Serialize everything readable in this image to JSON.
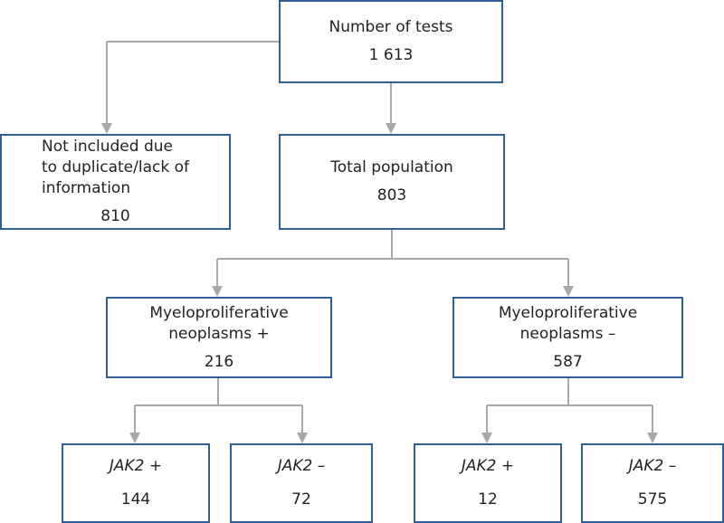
{
  "nodes": {
    "tests": {
      "label": "Number of tests",
      "value": "1 613"
    },
    "excluded": {
      "label": "Not included due\nto duplicate/lack of\ninformation",
      "value": "810"
    },
    "total": {
      "label": "Total population",
      "value": "803"
    },
    "mpn_positive": {
      "label": "Myeloproliferative\nneoplasms +",
      "value": "216"
    },
    "mpn_negative": {
      "label": "Myeloproliferative\nneoplasms –",
      "value": "587"
    },
    "mpn_pos_jak2_pos": {
      "label": "JAK2 +",
      "value": "144"
    },
    "mpn_pos_jak2_neg": {
      "label": "JAK2 –",
      "value": "72"
    },
    "mpn_neg_jak2_pos": {
      "label": "JAK2 +",
      "value": "12"
    },
    "mpn_neg_jak2_neg": {
      "label": "JAK2 –",
      "value": "575"
    }
  },
  "colors": {
    "box_border": "#2f5f94",
    "connector": "#a8a8a8",
    "text": "#222222"
  }
}
